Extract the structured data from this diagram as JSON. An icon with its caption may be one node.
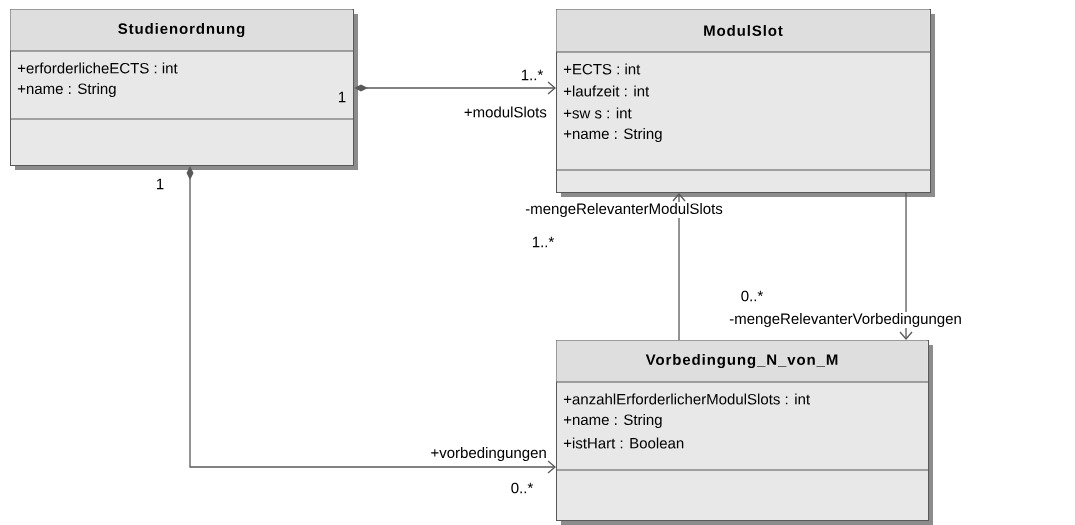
{
  "diagram": {
    "nodes": [
      {
        "text": [
          "Studienordnung",
          "+erforderlicheECTS : int",
          "+name : String"
        ]
      },
      {
        "text": [
          "ModulSlot",
          "+ECTS : int",
          "+laufzeit : int",
          "+sw s : int",
          "+name : String"
        ]
      },
      {
        "text": [
          "Vorbedingung_N_von_M",
          "+anzahlErforderlicherModulSlots : int",
          "+name : String",
          "+istHart : Boolean"
        ]
      }
    ],
    "edges": [
      {
        "from": 0,
        "to": 1,
        "arrow": "to",
        "label": "+modulSlots"
      },
      {
        "from": 0,
        "to": 2,
        "arrow": "to",
        "label": "+vorbedingungen"
      },
      {
        "from": 2,
        "to": 1,
        "arrow": "to",
        "label": "-mengeRelevanterModulSlots"
      },
      {
        "from": 1,
        "to": 2,
        "arrow": "to",
        "label": "-mengeRelevanterVorbedingungen"
      }
    ],
    "labels": [
      "1",
      "1..*",
      "1",
      "1..*",
      "0..*",
      "0..*"
    ]
  }
}
